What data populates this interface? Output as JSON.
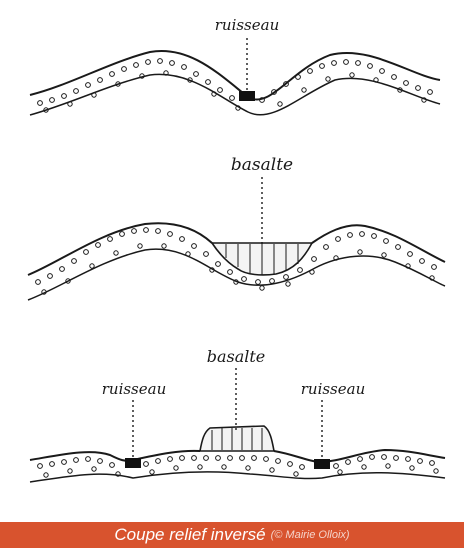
{
  "colors": {
    "ink": "#1a1a1a",
    "caption_bg": "#d8532e",
    "caption_text": "#ffffff"
  },
  "panels": [
    {
      "labels": [
        "ruisseau"
      ]
    },
    {
      "labels": [
        "basalte"
      ]
    },
    {
      "labels": [
        "basalte",
        "ruisseau",
        "ruisseau"
      ]
    }
  ],
  "caption": {
    "main": "Coupe relief inversé",
    "credit": "(© Mairie Olloix)"
  }
}
